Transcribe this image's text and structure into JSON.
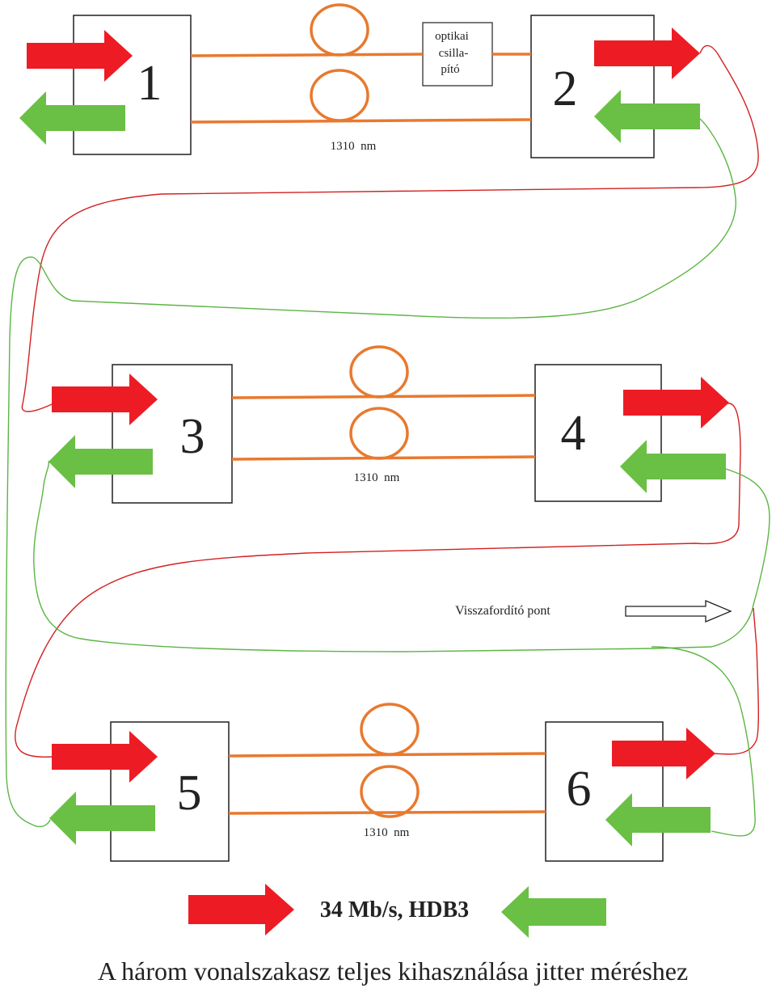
{
  "colors": {
    "red_arrow": "#ed1c24",
    "green_arrow": "#6abf45",
    "fiber": "#e8792f",
    "red_wire": "#d42020",
    "green_wire": "#5cb544",
    "box_stroke": "#231f20"
  },
  "nodes": [
    {
      "id": "1",
      "label": "1"
    },
    {
      "id": "2",
      "label": "2"
    },
    {
      "id": "3",
      "label": "3"
    },
    {
      "id": "4",
      "label": "4"
    },
    {
      "id": "5",
      "label": "5"
    },
    {
      "id": "6",
      "label": "6"
    }
  ],
  "attenuator": {
    "line1": "optikai",
    "line2": "csilla-",
    "line3": "pító"
  },
  "wavelength_labels": [
    "1310  nm",
    "1310  nm",
    "1310  nm"
  ],
  "turnaround": {
    "label": "Visszafordító pont"
  },
  "legend": {
    "label": "34 Mb/s, HDB3"
  },
  "caption": "A három vonalszakasz teljes kihasználása jitter méréshez"
}
